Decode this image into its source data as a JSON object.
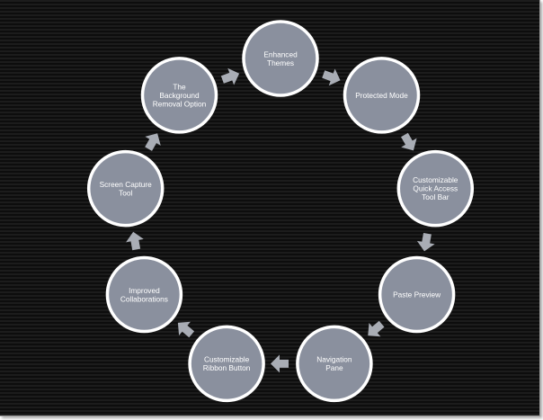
{
  "diagram": {
    "type": "cycle",
    "colors": {
      "background": "#141414",
      "node_fill": "#8a909e",
      "node_border": "#ffffff",
      "text": "#ffffff",
      "arrow": "#a9adb5"
    },
    "nodes": [
      {
        "label": "Enhanced Themes",
        "lines": [
          "Enhanced",
          "Themes"
        ]
      },
      {
        "label": "Protected Mode",
        "lines": [
          "Protected Mode"
        ]
      },
      {
        "label": "Customizable Quick Access Tool Bar",
        "lines": [
          "Customizable",
          "Quick Access",
          "Tool Bar"
        ]
      },
      {
        "label": "Paste Preview",
        "lines": [
          "Paste Preview"
        ]
      },
      {
        "label": "Navigation Pane",
        "lines": [
          "Navigation",
          "Pane"
        ]
      },
      {
        "label": "Customizable Ribbon Button",
        "lines": [
          "Customizable",
          "Ribbon Button"
        ]
      },
      {
        "label": "Improved Collaborations",
        "lines": [
          "Improved",
          "Collaborations"
        ]
      },
      {
        "label": "Screen Capture Tool",
        "lines": [
          "Screen Capture",
          "Tool"
        ]
      },
      {
        "label": "The Background Removal Option",
        "lines": [
          "The",
          "Background",
          "Removal Option"
        ]
      }
    ]
  }
}
